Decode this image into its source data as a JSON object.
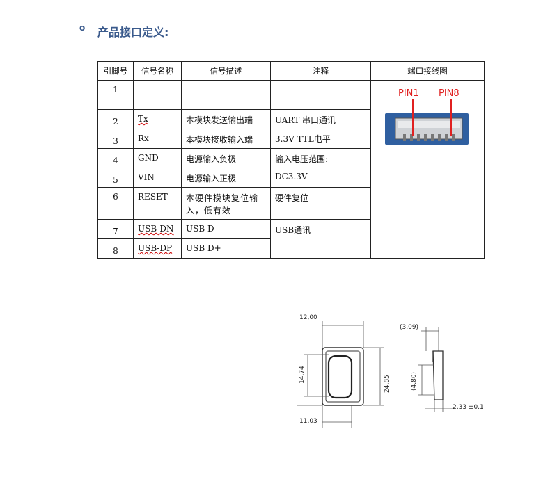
{
  "section": {
    "bullet": "o",
    "title": "产品接口定义:"
  },
  "table": {
    "headers": [
      "引脚号",
      "信号名称",
      "信号描述",
      "注释",
      "端口接线图"
    ],
    "rows": [
      {
        "pin": "1",
        "signal": "",
        "desc": ""
      },
      {
        "pin": "2",
        "signal": "Tx",
        "desc": "本模块发送输出端"
      },
      {
        "pin": "3",
        "signal": "Rx",
        "desc": "本模块接收输入端"
      },
      {
        "pin": "4",
        "signal": "GND",
        "desc": "电源输入负极"
      },
      {
        "pin": "5",
        "signal": "VIN",
        "desc": "电源输入正极"
      },
      {
        "pin": "6",
        "signal": "RESET",
        "desc": "本硬件模块复位输入，低有效"
      },
      {
        "pin": "7",
        "signal": "USB-DN",
        "desc": "USB D-"
      },
      {
        "pin": "8",
        "signal": "USB-DP",
        "desc": "USB D+"
      }
    ],
    "notes": {
      "uart_line1": "UART 串口通讯",
      "uart_line2": "3.3V TTL电平",
      "power_line1": "输入电压范围:",
      "power_line2": "DC3.3V",
      "reset": "硬件复位",
      "usb": "USB通讯"
    },
    "connector": {
      "pin1_label": "PIN1",
      "pin8_label": "PIN8"
    }
  },
  "drawing": {
    "front": {
      "width_dim": "12,00",
      "window_height_dim": "14,74",
      "total_height_dim": "24,85",
      "bottom_dim": "11,03"
    },
    "side": {
      "top_dim": "(3,09)",
      "mid_dim": "(4,80)",
      "thickness_dim": "2,33 ±0,1"
    }
  }
}
